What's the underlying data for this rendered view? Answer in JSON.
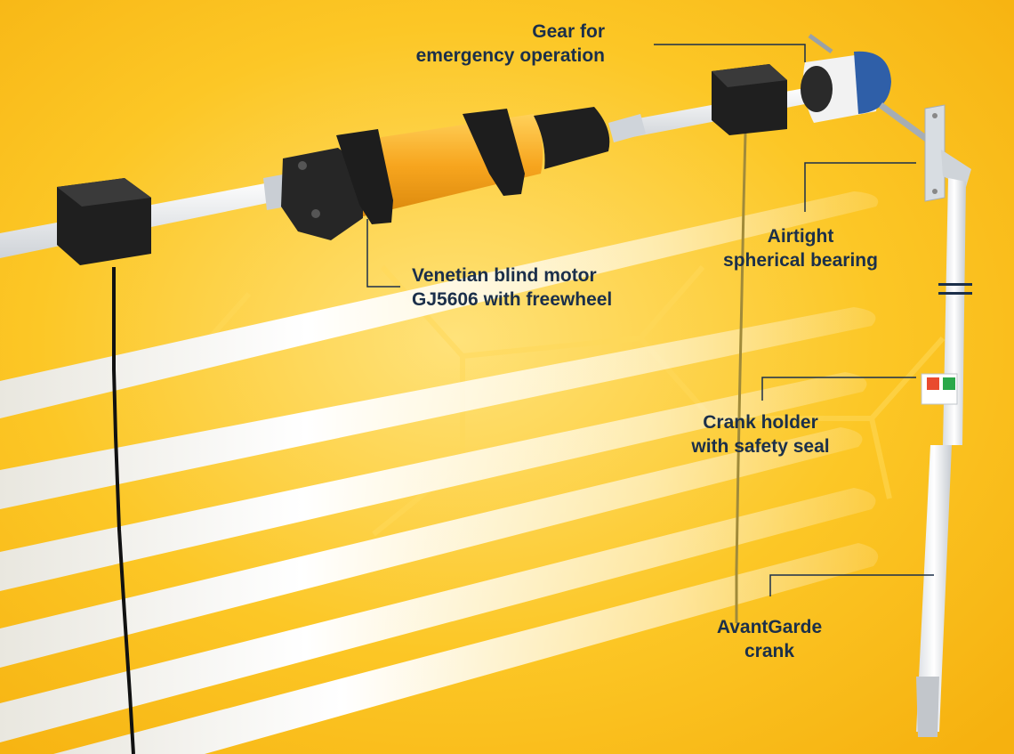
{
  "labels": {
    "gear": {
      "line1": "Gear for",
      "line2": "emergency operation"
    },
    "bearing": {
      "line1": "Airtight",
      "line2": "spherical bearing"
    },
    "motor": {
      "line1": "Venetian blind motor",
      "line2": "GJ5606 with freewheel"
    },
    "crank_holder": {
      "line1": "Crank holder",
      "line2": "with safety seal"
    },
    "crank": {
      "line1": "AvantGarde",
      "line2": "crank"
    }
  },
  "colors": {
    "background": "#fbc21e",
    "label_text": "#1b2f4a",
    "motor_body": "#f5a623",
    "slat": "#f6f4ec",
    "bracket": "#1c1c1c",
    "gear_blue": "#2f5fa8"
  },
  "icons": {
    "seal_left": "fire-exit-icon",
    "seal_right": "exit-arrow-icon"
  }
}
